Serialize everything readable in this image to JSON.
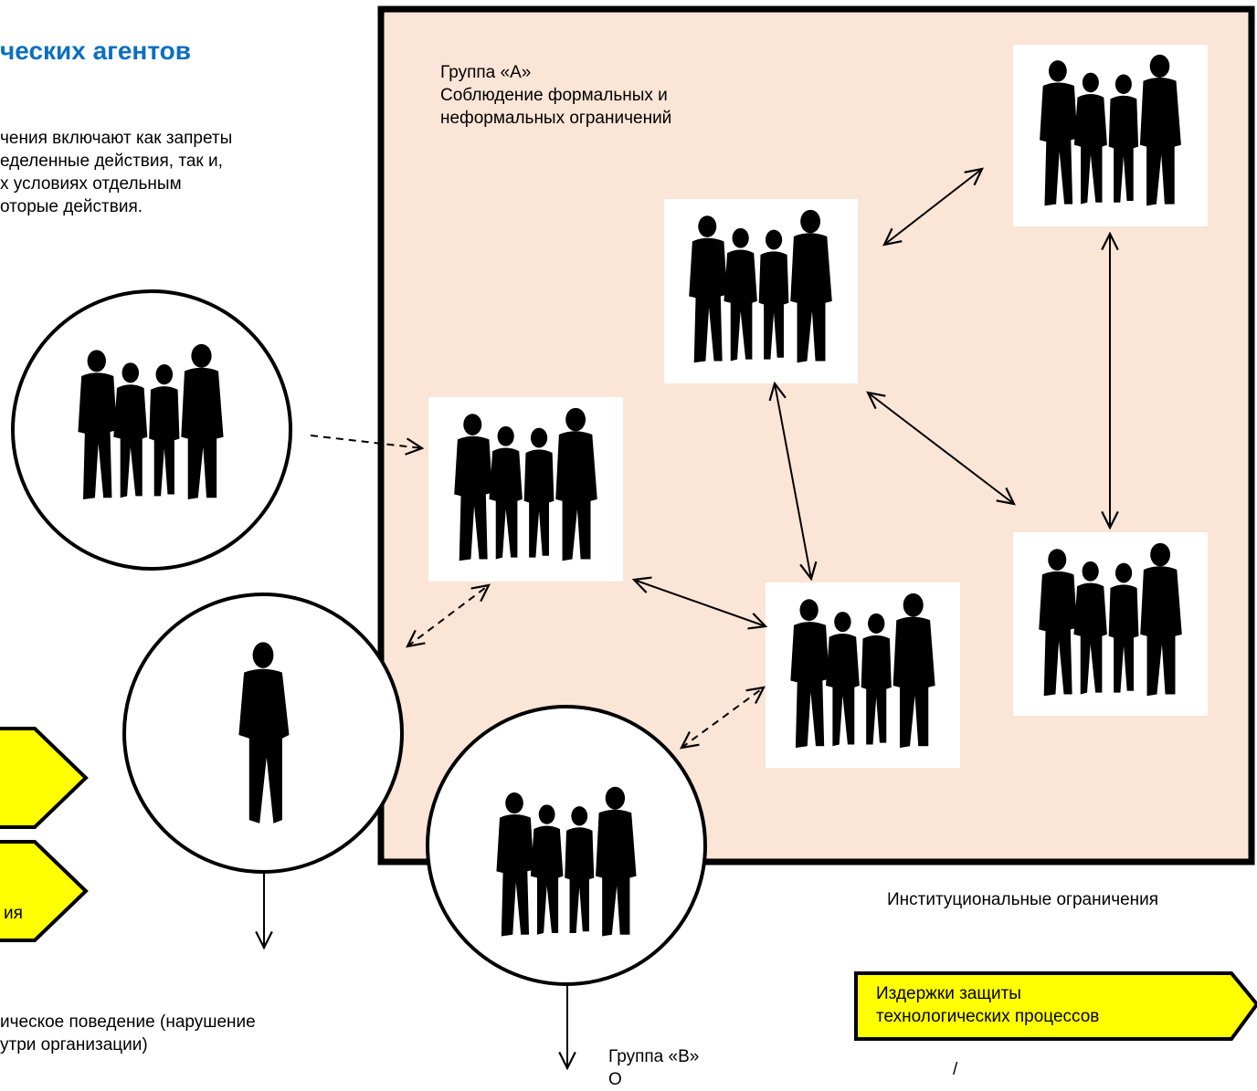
{
  "title": "ческих агентов",
  "intro": {
    "line1": "чения включают как запреты",
    "line2": "еделенные действия, так и,",
    "line3": "х условиях отдельным",
    "line4": "оторые действия."
  },
  "group_a": {
    "line1": "Группа «А»",
    "line2": "Соблюдение формальных и",
    "line3": "неформальных ограничений"
  },
  "institutional_label": "Институциональные ограничения",
  "cost_tag": {
    "line1": "Издержки защиты",
    "line2": "технологических процессов"
  },
  "left_tag_fragment": "ия",
  "bottom_left": {
    "line1": "ическое поведение (нарушение",
    "line2": "утри организации)"
  },
  "group_b": {
    "line1": "Группа «В»",
    "line2": "О"
  },
  "stray_mark": "/",
  "colors": {
    "title": "#0b6fc2",
    "box_fill": "#fbe5d6",
    "tag_fill": "#ffff00",
    "silhouette": "#000000"
  }
}
